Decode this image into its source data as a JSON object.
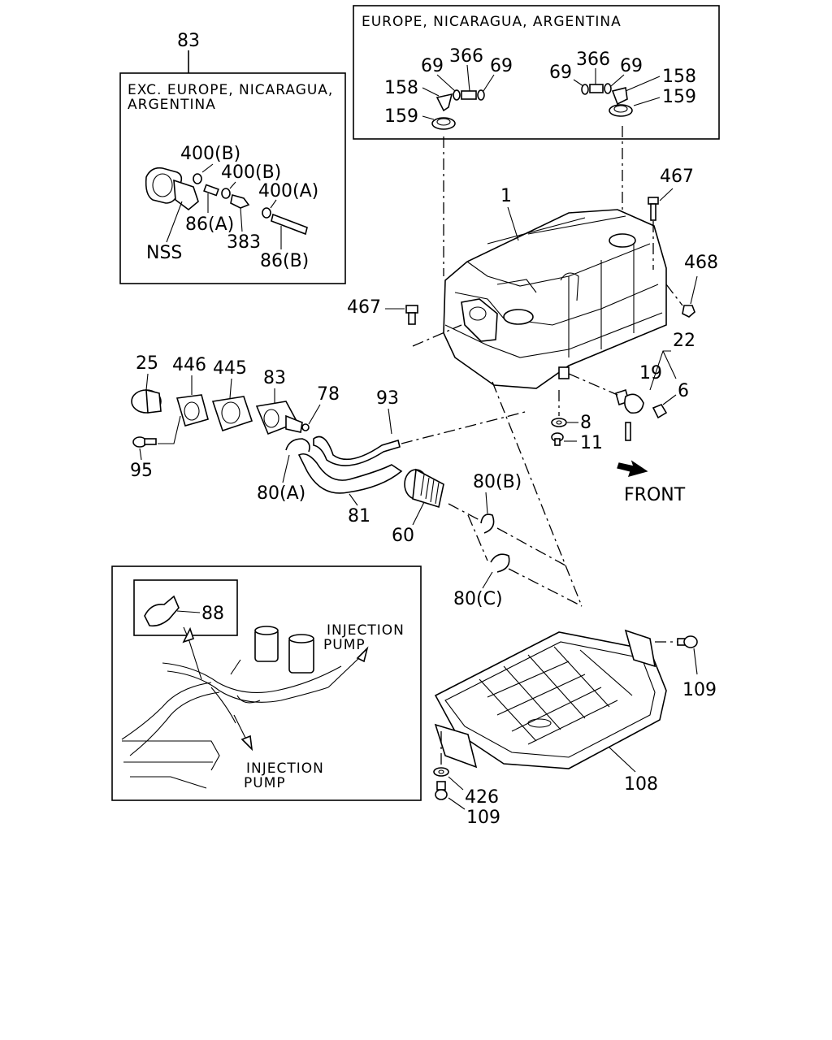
{
  "boxes": {
    "exc_europe": {
      "ref": "83",
      "title_line1": "EXC. EUROPE, NICARAGUA,",
      "title_line2": "ARGENTINA"
    },
    "europe": {
      "title": "EUROPE, NICARAGUA, ARGENTINA"
    },
    "injection": {
      "label_top_1": "INJECTION",
      "label_top_2": "PUMP",
      "label_bottom_1": "INJECTION",
      "label_bottom_2": "PUMP"
    }
  },
  "callouts": {
    "p400b_1": "400(B)",
    "p400b_2": "400(B)",
    "p400a": "400(A)",
    "p86a": "86(A)",
    "p383": "383",
    "p86b": "86(B)",
    "pNSS": "NSS",
    "p69_1": "69",
    "p366_1": "366",
    "p69_2": "69",
    "p158_1": "158",
    "p159_1": "159",
    "p69_3": "69",
    "p366_2": "366",
    "p69_4": "69",
    "p158_2": "158",
    "p159_2": "159",
    "p1": "1",
    "p467_1": "467",
    "p467_2": "467",
    "p468": "468",
    "p22": "22",
    "p19": "19",
    "p6": "6",
    "p8": "8",
    "p11": "11",
    "p25": "25",
    "p446": "446",
    "p445": "445",
    "p83": "83",
    "p78": "78",
    "p93": "93",
    "p95": "95",
    "p80a": "80(A)",
    "p81": "81",
    "p60": "60",
    "p80b": "80(B)",
    "p80c": "80(C)",
    "p88": "88",
    "p109_1": "109",
    "p108": "108",
    "p426": "426",
    "p109_2": "109"
  },
  "direction": {
    "front_label": "FRONT"
  },
  "icons": [
    "front-arrow-icon"
  ]
}
